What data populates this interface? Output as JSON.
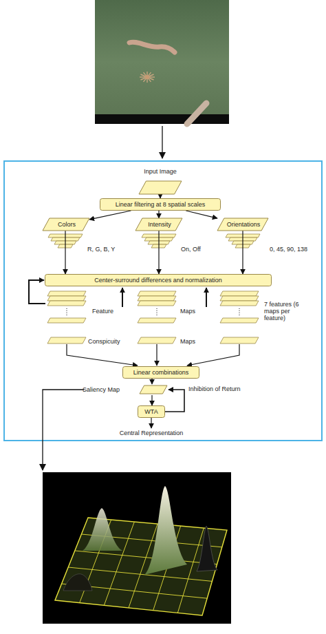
{
  "diagram": {
    "nodes": [
      {
        "text": [
          "Input Image"
        ]
      },
      {
        "text": [
          "Linear filtering at 8 spatial scales"
        ]
      },
      {
        "text": [
          "Colors"
        ]
      },
      {
        "text": [
          "Intensity"
        ]
      },
      {
        "text": [
          "Orientations"
        ]
      },
      {
        "text": [
          "Center-surround differences and normalization"
        ]
      },
      {
        "text": [
          "Linear combinations"
        ]
      },
      {
        "text": [
          "Saliency Map"
        ]
      },
      {
        "text": [
          "WTA"
        ]
      }
    ],
    "edges": [
      {
        "from": 0,
        "to": 1,
        "arrow": "to"
      },
      {
        "from": 1,
        "to": 2,
        "arrow": "to"
      },
      {
        "from": 1,
        "to": 3,
        "arrow": "to"
      },
      {
        "from": 1,
        "to": 4,
        "arrow": "to"
      },
      {
        "from": 2,
        "to": 5,
        "arrow": "to"
      },
      {
        "from": 3,
        "to": 5,
        "arrow": "to"
      },
      {
        "from": 4,
        "to": 5,
        "arrow": "to"
      },
      {
        "from": 6,
        "to": 7,
        "arrow": "to"
      },
      {
        "from": 7,
        "to": 8,
        "arrow": "to"
      },
      {
        "from": 8,
        "to": 7,
        "label": "Inhibition of Return",
        "arrow": "to"
      }
    ],
    "labels": [
      "R, G, B, Y",
      "On, Off",
      "0, 45, 90, 138",
      "Feature",
      "Maps",
      "7 features (6 maps per feature)",
      "Conspicuity",
      "Maps",
      "Central Representation"
    ]
  }
}
